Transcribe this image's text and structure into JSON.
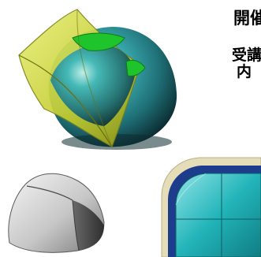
{
  "text": {
    "heading": "開催",
    "line1": "受講",
    "line2": "内"
  },
  "colors": {
    "dome_teal": "#2a9aa0",
    "surface_yellow": "#c8d23a",
    "highlight_green": "#1fc32b",
    "solid_gray": "#9a9a9a",
    "cad_teal": "#1fb3b8",
    "cad_blue": "#1e3c8c",
    "cad_beige": "#e4ddb8"
  }
}
